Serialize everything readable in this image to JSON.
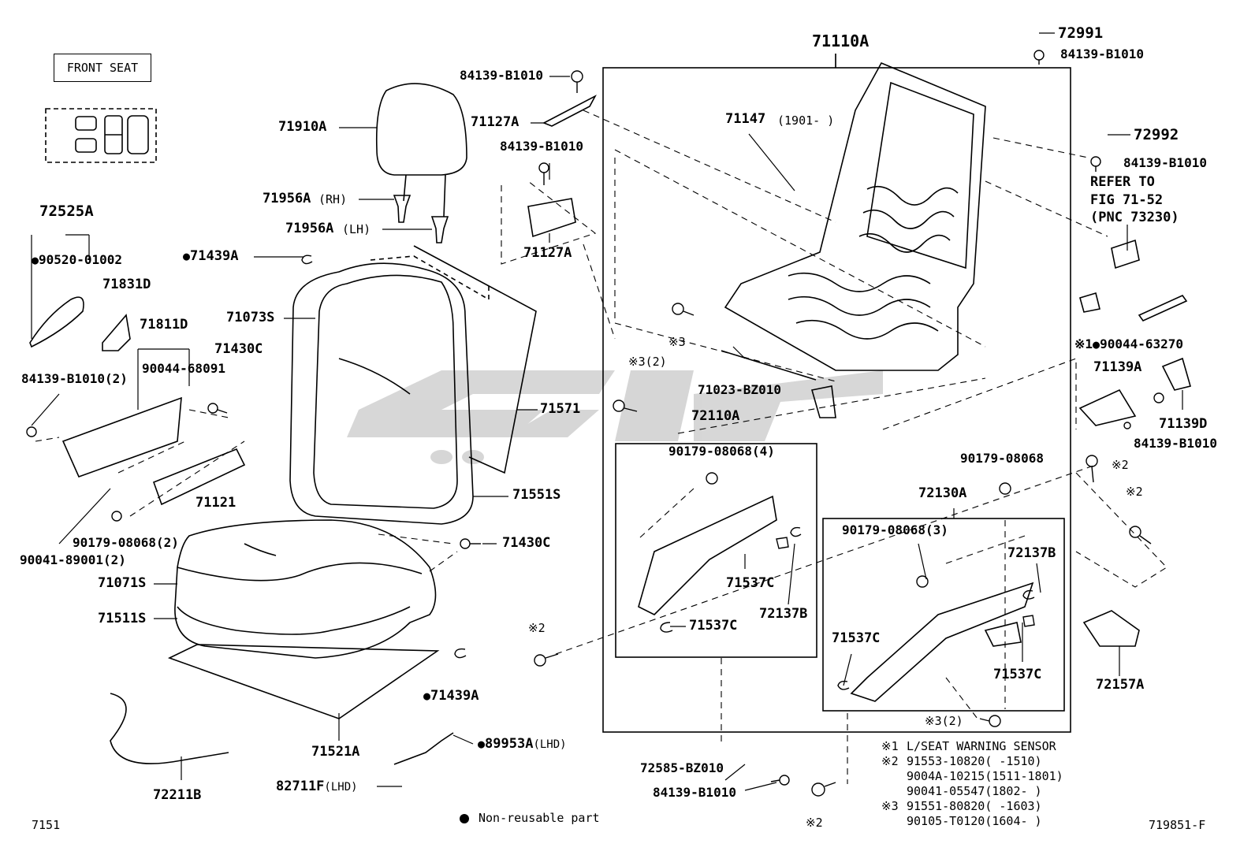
{
  "title": "FRONT SEAT",
  "page_left_code": "7151",
  "figure_code": "719851-F",
  "legend": "Non-reusable part",
  "part_labels": {
    "p71110A": "71110A",
    "p72991": "72991",
    "p84139_top": "84139-B1010",
    "p84139_left": "84139-B1010",
    "p71127A_a": "71127A",
    "p84139_mid": "84139-B1010",
    "p71127A_b": "71127A",
    "p71147": "71147",
    "p71147_range": "(1901-    )",
    "p72992": "72992",
    "p84139_r": "84139-B1010",
    "refer1": "REFER TO",
    "refer2": "FIG 71-52",
    "refer3": "(PNC 73230)",
    "p71910A": "71910A",
    "p71956A_rh": "71956A",
    "rh": "(RH)",
    "p71956A_lh": "71956A",
    "lh": "(LH)",
    "p72525A": "72525A",
    "p90520": "90520-01002",
    "p71439A_a": "71439A",
    "p71831D": "71831D",
    "p71811D": "71811D",
    "p71073S": "71073S",
    "p71430C_a": "71430C",
    "p90044_68091": "90044-68091",
    "p84139_2": "84139-B1010(2)",
    "x3": "※3",
    "x3_2": "※3(2)",
    "p71023": "71023-BZ010",
    "x1_90044": "※1",
    "p90044_63270": "90044-63270",
    "p71139A": "71139A",
    "p71139D": "71139D",
    "p84139_r2": "84139-B1010",
    "p71571": "71571",
    "p72110A": "72110A",
    "p90179_4": "90179-08068(4)",
    "p90179_single": "90179-08068",
    "x2_a": "※2",
    "p72130A": "72130A",
    "x2_b": "※2",
    "p71121": "71121",
    "p71551S": "71551S",
    "p90179_2": "90179-08068(2)",
    "p90041": "90041-89001(2)",
    "p71430C_b": "71430C",
    "p90179_3": "90179-08068(3)",
    "p72137B_a": "72137B",
    "p71071S": "71071S",
    "p71537C_a": "71537C",
    "p72137B_b": "72137B",
    "p71511S": "71511S",
    "p71537C_b": "71537C",
    "x2_c": "※2",
    "p71537C_c": "71537C",
    "p71537C_d": "71537C",
    "p72157A": "72157A",
    "p71439A_b": "71439A",
    "x3_2b": "※3(2)",
    "p71521A": "71521A",
    "p89953A": "89953A",
    "lhd_a": "(LHD)",
    "p72585": "72585-BZ010",
    "p84139_bot": "84139-B1010",
    "p82711F": "82711F",
    "lhd_b": "(LHD)",
    "p72211B": "72211B",
    "x2_d": "※2"
  },
  "notes": [
    {
      "mark": "※1",
      "text": "L/SEAT WARNING SENSOR"
    },
    {
      "mark": "※2",
      "text": "91553-10820(     -1510)"
    },
    {
      "mark": "",
      "text": "9004A-10215(1511-1801)"
    },
    {
      "mark": "",
      "text": "90041-05547(1802-     )"
    },
    {
      "mark": "※3",
      "text": "91551-80820(     -1603)"
    },
    {
      "mark": "",
      "text": "90105-T0120(1604-     )"
    }
  ]
}
